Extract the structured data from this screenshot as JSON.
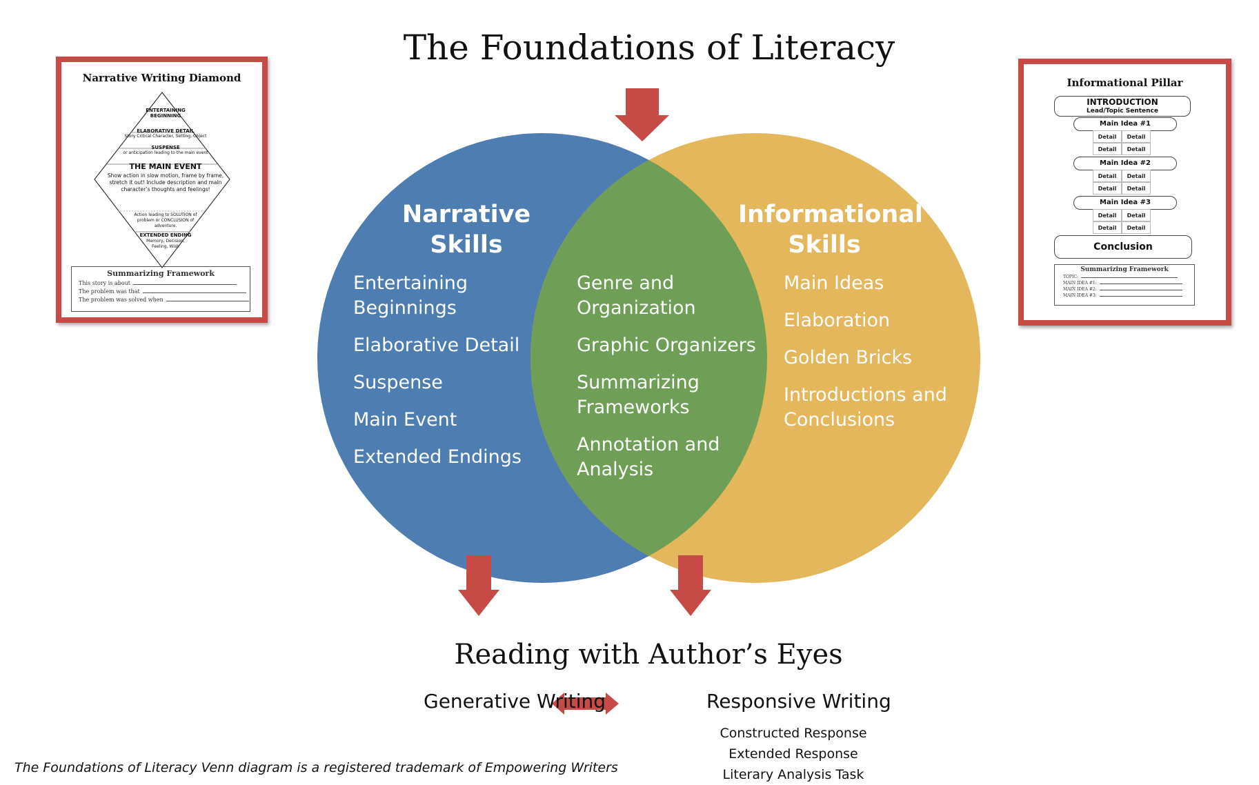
{
  "title": "The Foundations of Literacy",
  "colors": {
    "narrative": "#4e7db1",
    "informational": "#e4b75c",
    "overlap": "#6f9f57",
    "arrow": "#c64a45"
  },
  "narrative": {
    "heading": [
      "Narrative",
      "Skills"
    ],
    "items": [
      "Entertaining Beginnings",
      "Elaborative Detail",
      "Suspense",
      "Main Event",
      "Extended Endings"
    ]
  },
  "shared": {
    "items": [
      "Genre and Organization",
      "Graphic Organizers",
      "Summarizing Frameworks",
      "Annotation and Analysis"
    ]
  },
  "informational": {
    "heading": [
      "Informational",
      "Skills"
    ],
    "items": [
      "Main Ideas",
      "Elaboration",
      "Golden Bricks",
      "Introductions and Conclusions"
    ]
  },
  "bottom": {
    "heading": "Reading with Author’s Eyes",
    "generative": "Generative Writing",
    "responsive": "Responsive Writing",
    "responsive_items": [
      "Constructed Response",
      "Extended Response",
      "Literary Analysis Task"
    ]
  },
  "footer": "The Foundations of Literacy Venn diagram is a registered trademark of Empowering Writers",
  "narrative_doc": {
    "title": "Narrative Writing Diamond",
    "sections": [
      "ENTERTAINING BEGINNING",
      "ELABORATIVE DETAIL",
      "Story Critical Character, Setting, Object",
      "SUSPENSE",
      "or anticipation leading to the main event",
      "THE MAIN EVENT",
      "Show action in slow motion, frame by frame, stretch it out!  Include description and main character’s thoughts and feelings!",
      "Action leading to SOLUTION of problem or CONCLUSION of adventure.",
      "EXTENDED ENDING",
      "Memory, Decision, Feeling, Wish"
    ],
    "summary_title": "Summarizing Framework",
    "summary_lines": [
      "This story is about",
      "The problem was that",
      "The problem was solved when"
    ]
  },
  "informational_doc": {
    "title": "Informational Pillar",
    "intro": "INTRODUCTION",
    "intro_sub": "Lead/Topic Sentence",
    "main_ideas": [
      "Main Idea #1",
      "Main Idea #2",
      "Main Idea #3"
    ],
    "detail": "Detail",
    "conclusion": "Conclusion",
    "summary_title": "Summarizing Framework",
    "summary_lines": [
      "TOPIC:",
      "MAIN IDEA #1:",
      "MAIN IDEA #2:",
      "MAIN IDEA #3:"
    ]
  }
}
